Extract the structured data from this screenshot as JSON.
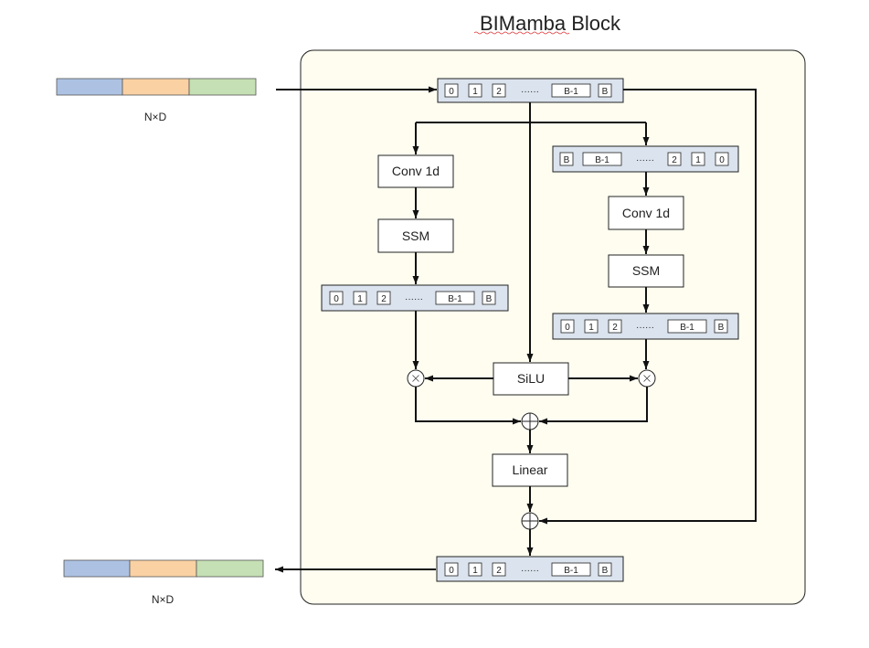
{
  "title": "BIMamba Block",
  "input": {
    "label": "N×D",
    "colors": [
      "#adc2e3",
      "#fad1a3",
      "#c5e0b4"
    ]
  },
  "output": {
    "label": "N×D",
    "colors": [
      "#adc2e3",
      "#fad1a3",
      "#c5e0b4"
    ]
  },
  "sequences": {
    "input_seq": [
      "0",
      "1",
      "2",
      "······",
      "B-1",
      "B"
    ],
    "reversed_seq": [
      "B",
      "B-1",
      "······",
      "2",
      "1",
      "0"
    ],
    "left_result_seq": [
      "0",
      "1",
      "2",
      "······",
      "B-1",
      "B"
    ],
    "right_result_seq": [
      "0",
      "1",
      "2",
      "······",
      "B-1",
      "B"
    ],
    "output_seq": [
      "0",
      "1",
      "2",
      "······",
      "B-1",
      "B"
    ]
  },
  "nodes": {
    "left_conv": "Conv 1d",
    "left_ssm": "SSM",
    "right_conv": "Conv 1d",
    "right_ssm": "SSM",
    "silu": "SiLU",
    "linear": "Linear"
  },
  "colors": {
    "block_bg": "#fefdf0",
    "seq_bg": "#dbe3ee",
    "line": "#111111"
  }
}
